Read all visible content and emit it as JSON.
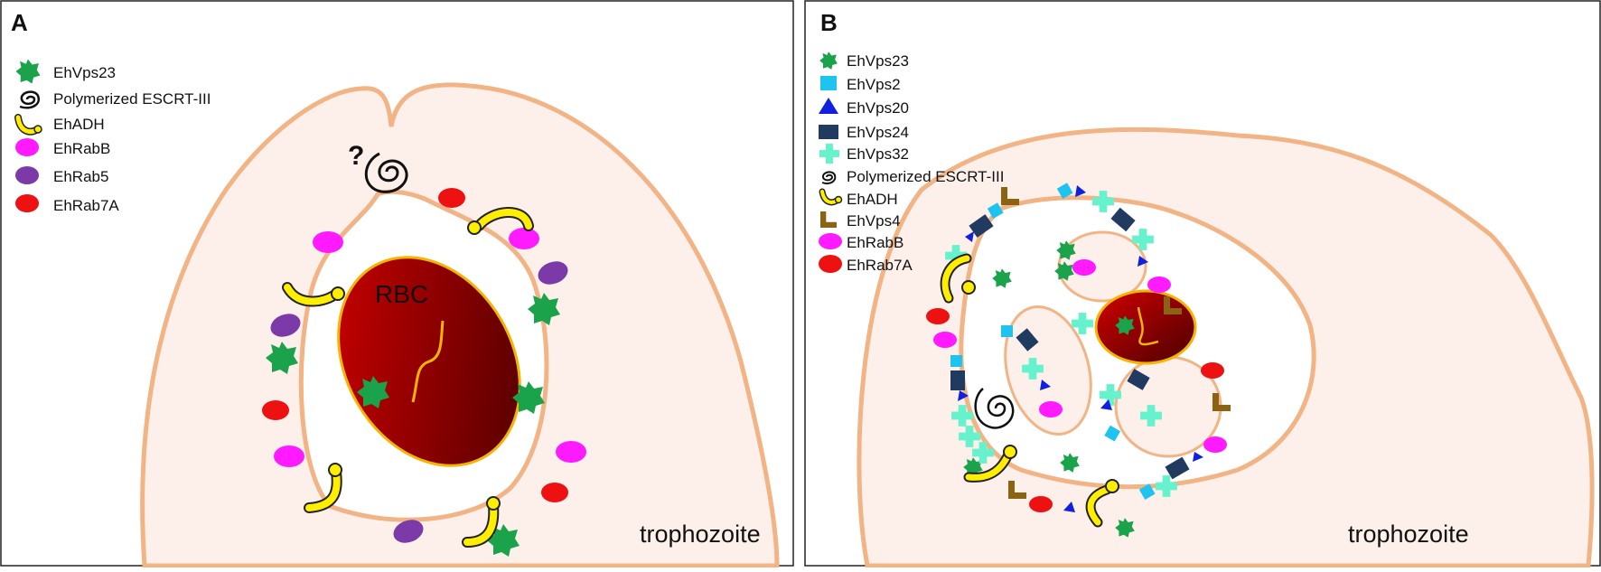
{
  "panelA": {
    "letter": "A",
    "legend": [
      {
        "label": "EhVps23",
        "icon": "green-star-icon"
      },
      {
        "label": "Polymerized ESCRT-III",
        "icon": "black-spiral-icon"
      },
      {
        "label": "EhADH",
        "icon": "yellow-hook-icon"
      },
      {
        "label": "EhRabB",
        "icon": "magenta-oval-icon"
      },
      {
        "label": "EhRab5",
        "icon": "purple-oval-icon"
      },
      {
        "label": "EhRab7A",
        "icon": "red-oval-icon"
      }
    ],
    "rbc_label": "RBC",
    "question_mark": "?",
    "cell_label": "trophozoite"
  },
  "panelB": {
    "letter": "B",
    "legend": [
      {
        "label": "EhVps23",
        "icon": "green-star-icon"
      },
      {
        "label": "EhVps2",
        "icon": "cyan-square-icon"
      },
      {
        "label": "EhVps20",
        "icon": "blue-triangle-icon"
      },
      {
        "label": "EhVps24",
        "icon": "navy-rectangle-icon"
      },
      {
        "label": "EhVps32",
        "icon": "mint-cross-icon"
      },
      {
        "label": "Polymerized ESCRT-III",
        "icon": "black-spiral-icon"
      },
      {
        "label": "EhADH",
        "icon": "yellow-hook-icon"
      },
      {
        "label": "EhVps4",
        "icon": "brown-l-icon"
      },
      {
        "label": "EhRabB",
        "icon": "magenta-oval-icon"
      },
      {
        "label": "EhRab7A",
        "icon": "red-oval-icon"
      }
    ],
    "cell_label": "trophozoite"
  },
  "colors": {
    "cell_fill": "#fdf0ea",
    "membrane": "#f2b385",
    "vps23": "#1aa34a",
    "rabB": "#ff1aff",
    "rab5": "#7b3aa8",
    "rab7a": "#ee1111",
    "adh": "#ffee00",
    "vps2": "#1ec3f0",
    "vps20": "#1020e0",
    "vps24": "#203a60",
    "vps32": "#66f2cc",
    "vps4": "#8a6412",
    "rbc_light": "#cc0000",
    "rbc_dark": "#550000"
  }
}
